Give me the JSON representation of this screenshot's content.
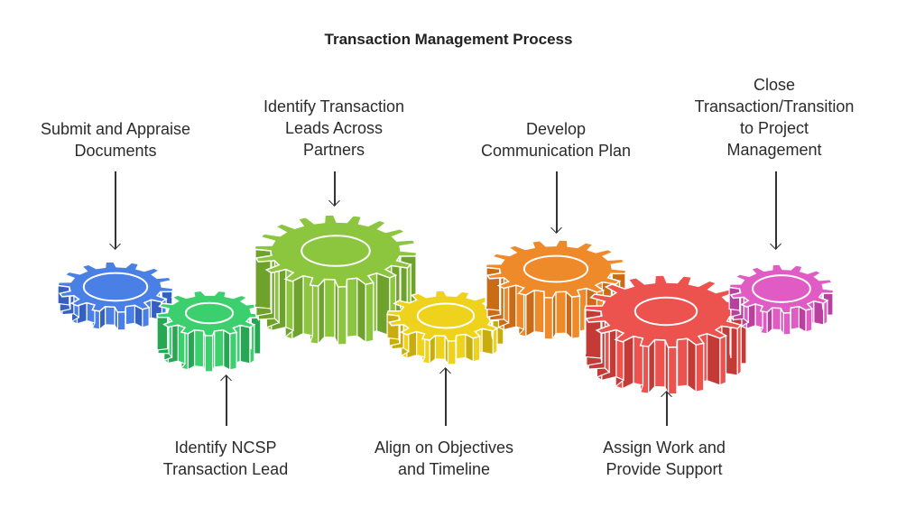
{
  "title": "Transaction Management Process",
  "steps": [
    {
      "label": "Submit and Appraise\nDocuments",
      "color": "#4a7fe6",
      "color_dark": "#3560c0"
    },
    {
      "label": "Identify NCSP\nTransaction Lead",
      "color": "#3ccf6e",
      "color_dark": "#27a653"
    },
    {
      "label": "Identify Transaction\nLeads Across\nPartners",
      "color": "#8cc63f",
      "color_dark": "#6fa22c"
    },
    {
      "label": "Align on Objectives\nand Timeline",
      "color": "#eed21c",
      "color_dark": "#c8ad0c"
    },
    {
      "label": "Develop\nCommunication Plan",
      "color": "#ef8a2a",
      "color_dark": "#c96b17"
    },
    {
      "label": "Assign Work and\nProvide Support",
      "color": "#ec534f",
      "color_dark": "#c43a37"
    },
    {
      "label": "Close\nTransaction/Transition\nto Project\nManagement",
      "color": "#e05cc4",
      "color_dark": "#b8419f"
    }
  ]
}
